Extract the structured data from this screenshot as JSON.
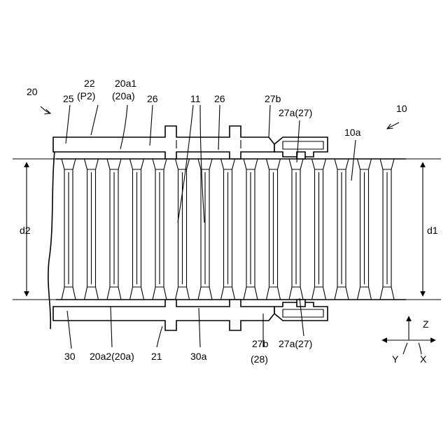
{
  "figure": {
    "labels": {
      "l20": "20",
      "l22": "22",
      "lP2": "(P2)",
      "l20a1": "20a1",
      "l20a_top": "(20a)",
      "l25": "25",
      "l26_left": "26",
      "l11": "11",
      "l26_right": "26",
      "l27b_top": "27b",
      "l27a27_top": "27a(27)",
      "l10": "10",
      "l10a": "10a",
      "ld2": "d2",
      "ld1": "d1",
      "l30": "30",
      "l20a2": "20a2(20a)",
      "l21": "21",
      "l30a": "30a",
      "l27b_bottom": "27b",
      "l28": "(28)",
      "l27a27_bottom": "27a(27)",
      "axis_z": "Z",
      "axis_y": "Y",
      "axis_x": "X"
    }
  }
}
